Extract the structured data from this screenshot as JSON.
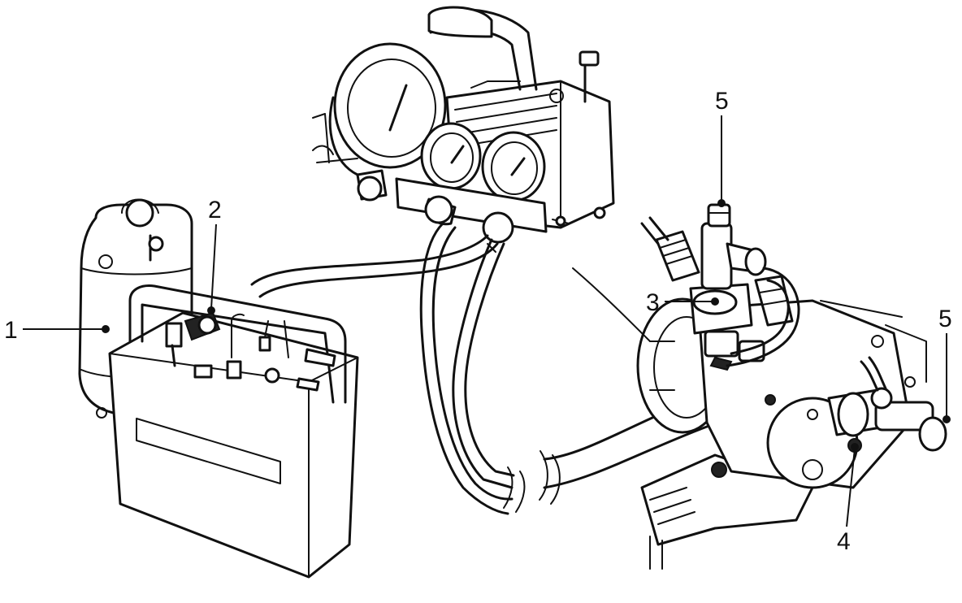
{
  "diagram": {
    "callouts": [
      {
        "id": "1",
        "label": "1"
      },
      {
        "id": "2",
        "label": "2"
      },
      {
        "id": "3",
        "label": "3"
      },
      {
        "id": "4",
        "label": "4"
      },
      {
        "id": "5a",
        "label": "5"
      },
      {
        "id": "5b",
        "label": "5"
      }
    ]
  }
}
